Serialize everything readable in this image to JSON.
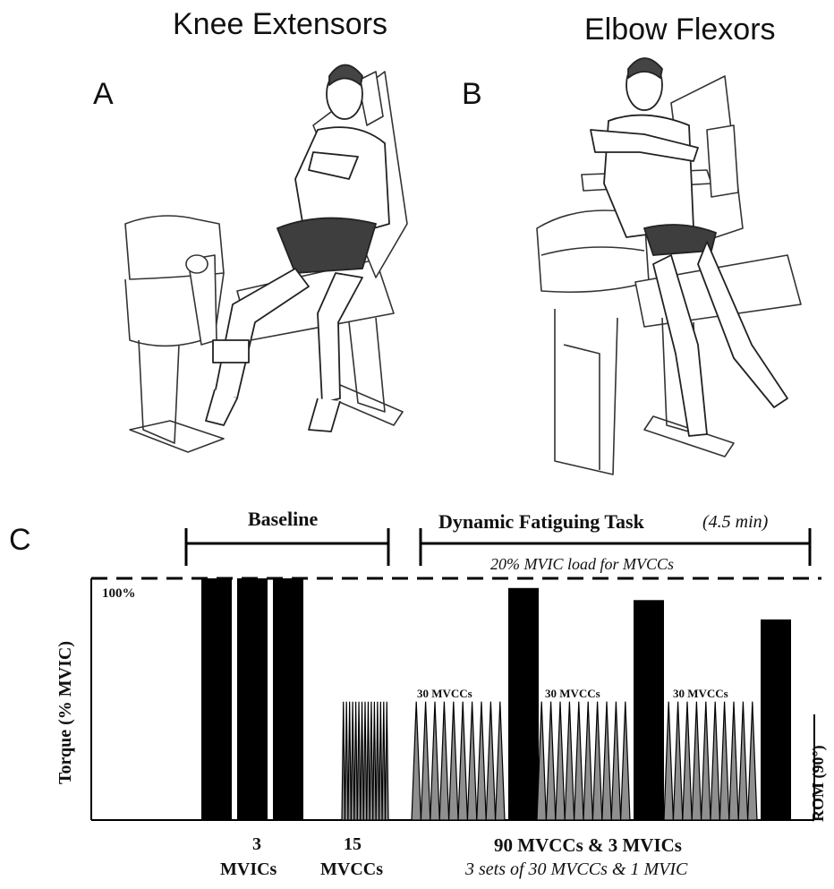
{
  "panel_a": {
    "letter": "A",
    "title": "Knee Extensors"
  },
  "panel_b": {
    "letter": "B",
    "title": "Elbow Flexors"
  },
  "panel_c": {
    "letter": "C",
    "baseline_label": "Baseline",
    "task_label": "Dynamic Fatiguing Task",
    "task_duration": "(4.5 min)",
    "load_note": "20% MVIC load for MVCCs",
    "max_label": "100%",
    "y_axis_label": "Torque (% MVIC)",
    "rom_label": "ROM (90°)",
    "set_label": "30 MVCCs",
    "mvic_count": "3",
    "mvic_label": "MVICs",
    "mvcc_count": "15",
    "mvcc_label": "MVCCs",
    "summary_label": "90 MVCCs & 3 MVICs",
    "summary_sub": "3 sets of 30 MVCCs & 1 MVIC",
    "colors": {
      "mvic_bar": "#000000",
      "mvcc_fill": "#8f8f8f",
      "line": "#000000"
    }
  },
  "chart_data": {
    "type": "bar",
    "baseline_mvic_percent": [
      100,
      100,
      100
    ],
    "baseline_mvcc_count": 15,
    "fatigue_sets": [
      {
        "mvcc_count": 30,
        "mvic_percent": 96
      },
      {
        "mvcc_count": 30,
        "mvic_percent": 91
      },
      {
        "mvcc_count": 30,
        "mvic_percent": 83
      }
    ],
    "mvcc_peak_percent": 49
  }
}
